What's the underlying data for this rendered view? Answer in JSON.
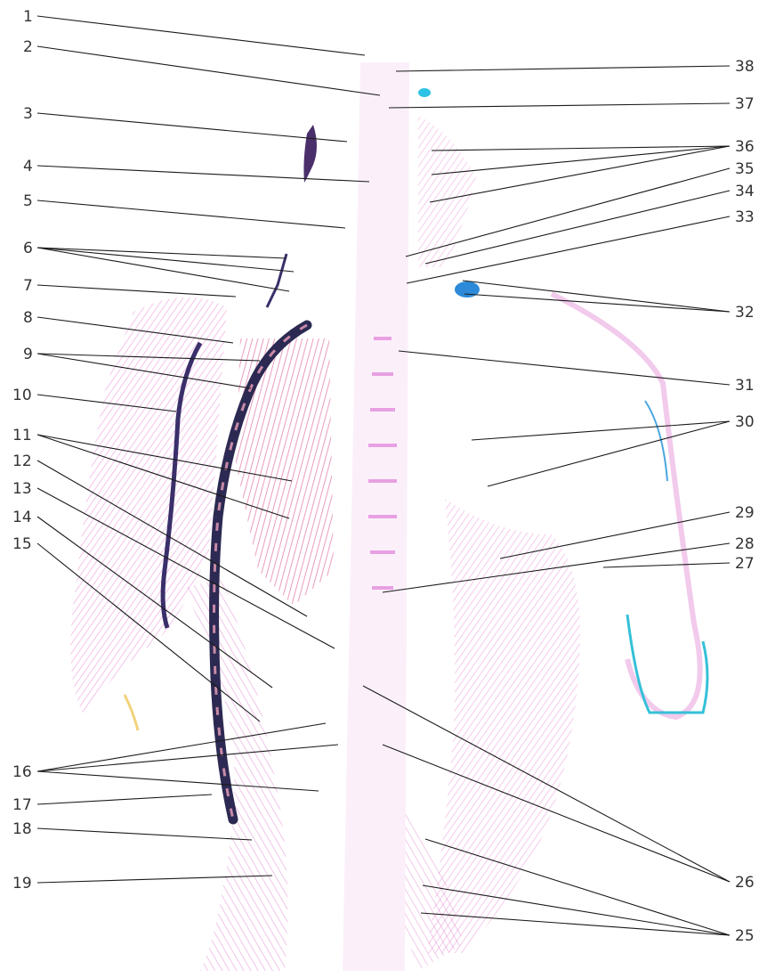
{
  "labels": [
    "1",
    "2",
    "3",
    "4",
    "5",
    "6",
    "7",
    "8",
    "9",
    "10",
    "11",
    "12",
    "13",
    "14",
    "15",
    "16",
    "17",
    "18",
    "19",
    "25",
    "26",
    "27",
    "28",
    "29",
    "30",
    "31",
    "32",
    "33",
    "34",
    "35",
    "36",
    "37",
    "38"
  ]
}
